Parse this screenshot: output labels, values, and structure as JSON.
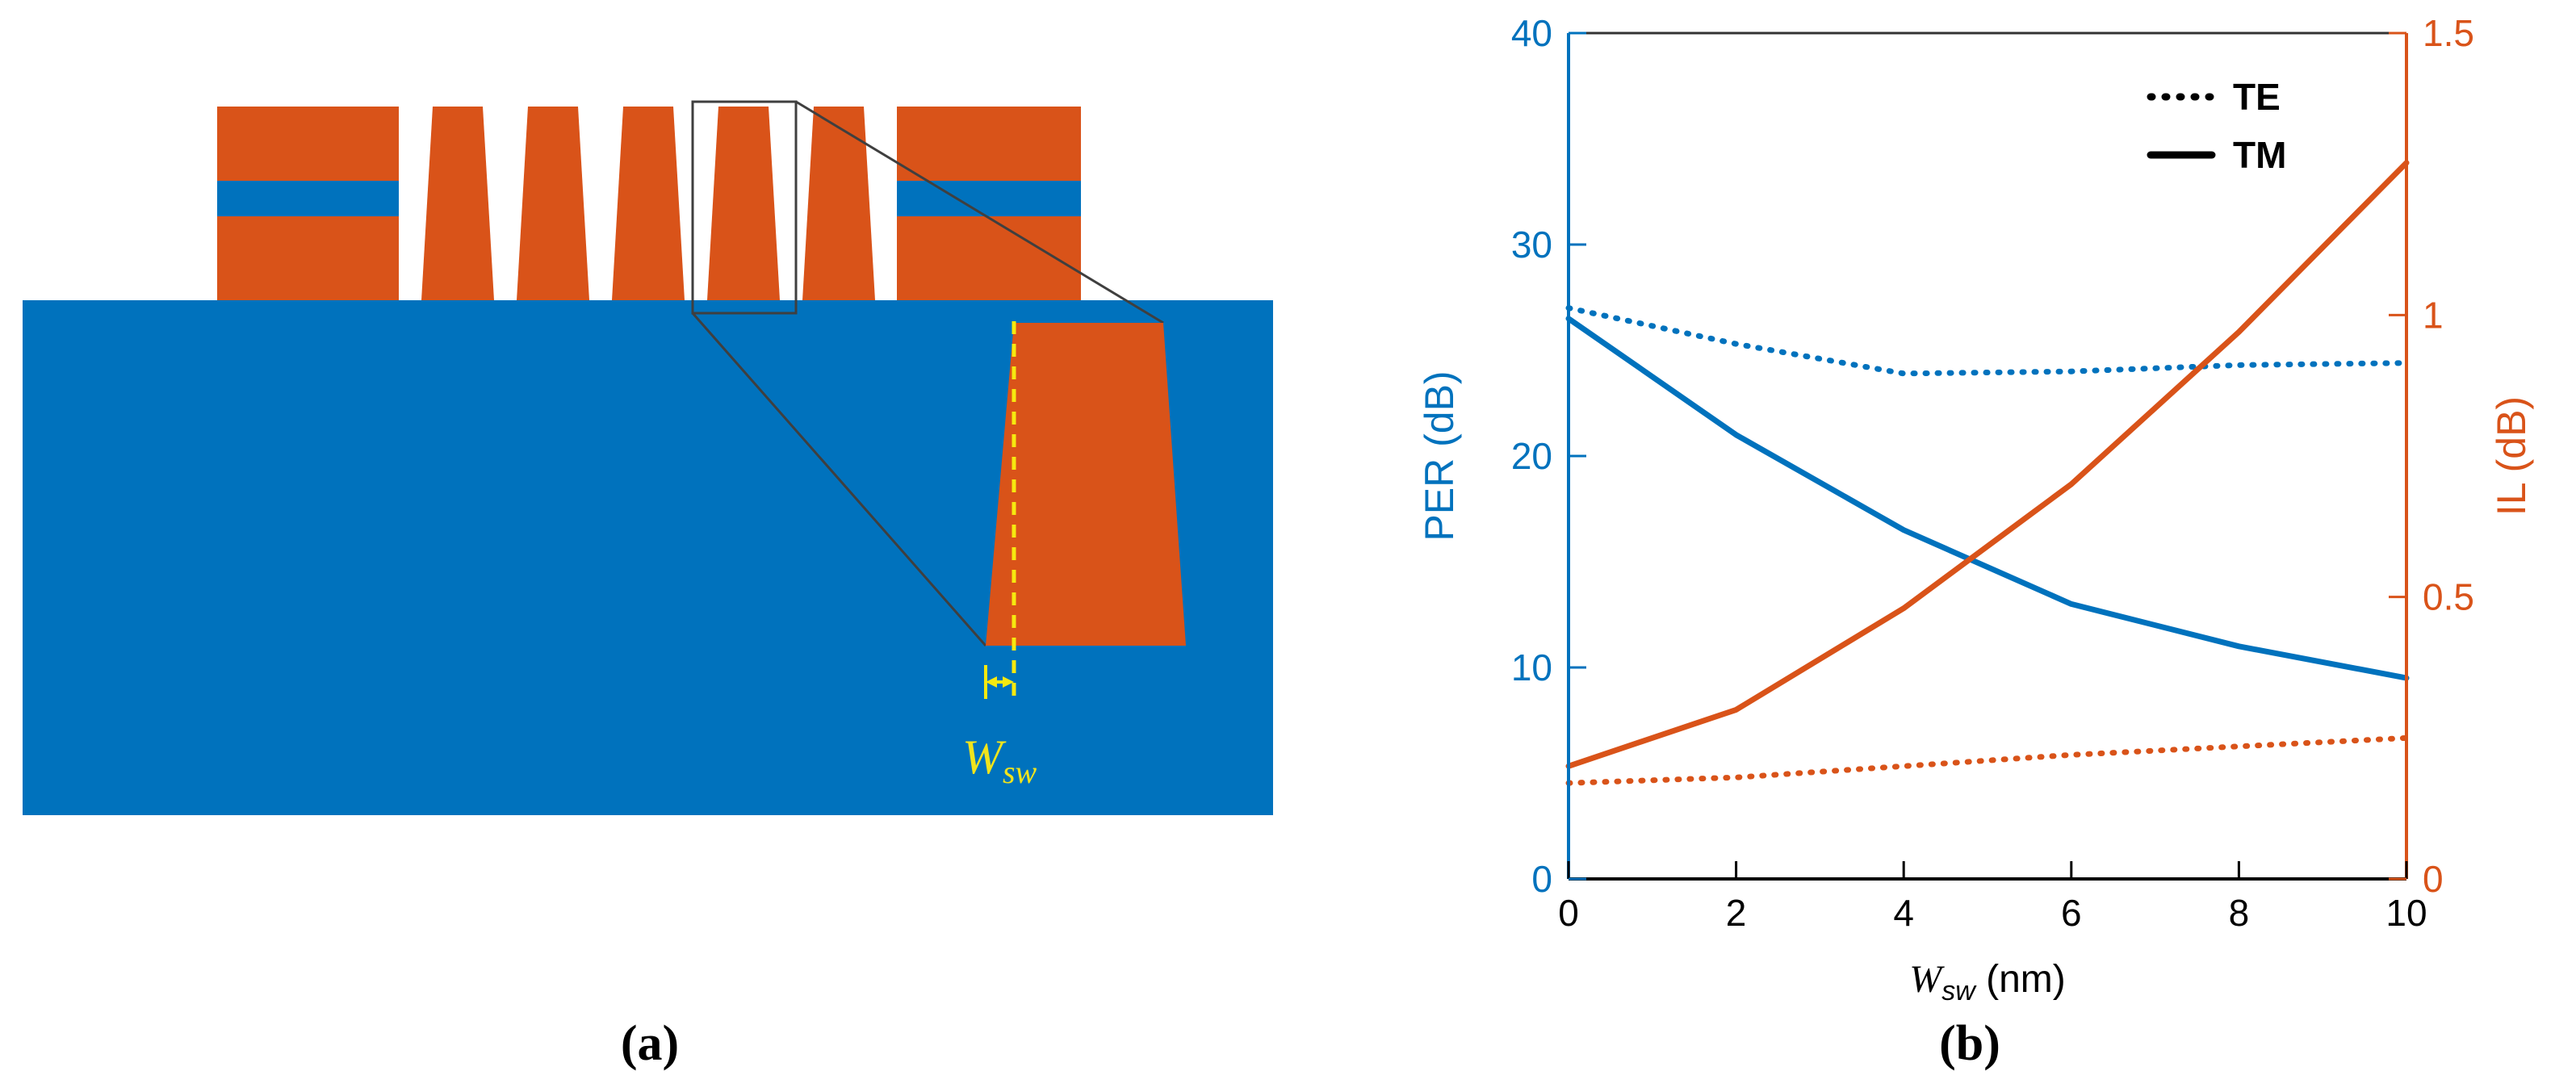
{
  "page": {
    "background": "#ffffff"
  },
  "panel_a": {
    "caption": "(a)",
    "colors": {
      "substrate_blue": "#0072BD",
      "silicon_orange": "#D95319",
      "zoom_outline_gray": "#3f3f3f",
      "annotation_yellow": "#F6E90F"
    },
    "annotation": {
      "symbol": "W",
      "sub": "sw"
    },
    "structure": {
      "blocks": 2,
      "grating_teeth": 5,
      "tooth_shape": "trapezoid, wider at bottom (sloped sidewalls)",
      "zoomed_tooth": "single enlarged trapezoid with dashed vertical reference line and Wsw sidewall-width arrow"
    }
  },
  "panel_b": {
    "caption": "(b)"
  },
  "chart_data": {
    "type": "line",
    "x": [
      0,
      2,
      4,
      6,
      8,
      10
    ],
    "series": [
      {
        "name": "PER TE",
        "axis": "left",
        "style": "dotted",
        "color": "#0072BD",
        "values": [
          27.0,
          25.3,
          23.9,
          24.0,
          24.3,
          24.4
        ]
      },
      {
        "name": "PER TM",
        "axis": "left",
        "style": "solid",
        "color": "#0072BD",
        "values": [
          26.5,
          21.0,
          16.5,
          13.0,
          11.0,
          9.5
        ]
      },
      {
        "name": "IL TE",
        "axis": "right",
        "style": "dotted",
        "color": "#D95319",
        "values": [
          0.17,
          0.18,
          0.2,
          0.22,
          0.235,
          0.25
        ]
      },
      {
        "name": "IL TM",
        "axis": "right",
        "style": "solid",
        "color": "#D95319",
        "values": [
          0.2,
          0.3,
          0.48,
          0.7,
          0.97,
          1.27
        ]
      }
    ],
    "xlim": [
      0,
      10
    ],
    "xticks": [
      0,
      2,
      4,
      6,
      8,
      10
    ],
    "xlabel_parts": {
      "symbol": "W",
      "sub": "sw",
      "rest": " (nm)"
    },
    "ylabel_left": "PER (dB)",
    "ylim_left": [
      0,
      40
    ],
    "yticks_left": [
      0,
      10,
      20,
      30,
      40
    ],
    "ylabel_right": "IL (dB)",
    "ylim_right": [
      0,
      1.5
    ],
    "yticks_right": [
      0,
      0.5,
      1,
      1.5
    ],
    "legend": [
      {
        "label": "TE",
        "style": "dotted"
      },
      {
        "label": "TM",
        "style": "solid"
      }
    ],
    "legend_position": "top-right inside",
    "grid": false,
    "axis_color_left": "#0072BD",
    "axis_color_right": "#D95319",
    "axis_color_x": "#000000"
  }
}
